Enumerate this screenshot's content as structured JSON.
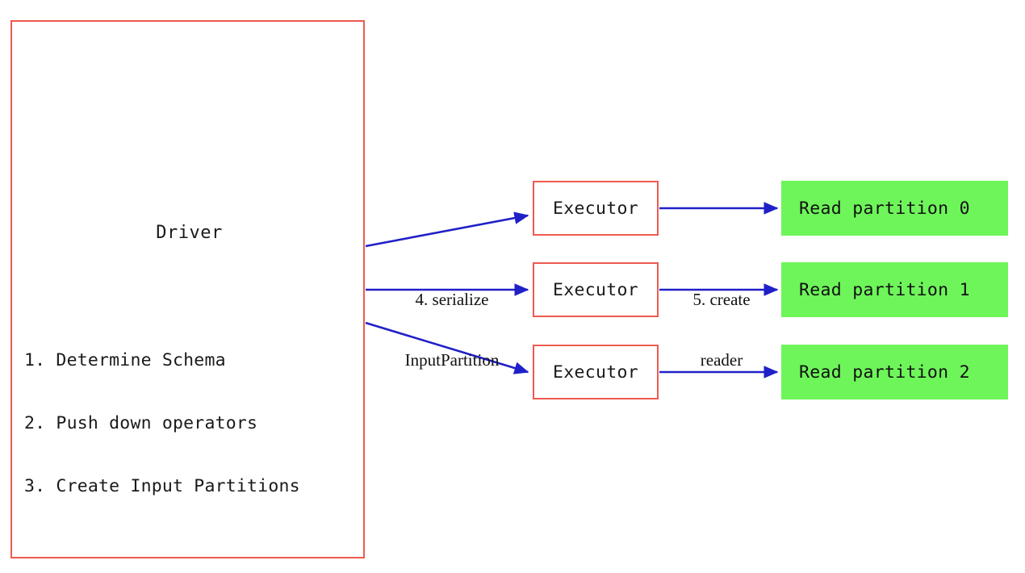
{
  "diagram": {
    "title": "Spark DataSourceV2 read flow",
    "colors": {
      "box_border_red": "#ee5a50",
      "partition_green": "#6ef55a",
      "arrow_blue": "#2020c8",
      "text_black": "#111111",
      "background": "#ffffff"
    }
  },
  "driver": {
    "title": "Driver",
    "steps": [
      "1. Determine Schema",
      "2. Push down operators",
      "3. Create Input Partitions"
    ]
  },
  "executors": [
    {
      "label": "Executor"
    },
    {
      "label": "Executor"
    },
    {
      "label": "Executor"
    }
  ],
  "partitions": [
    {
      "label": "Read partition 0"
    },
    {
      "label": "Read partition 1"
    },
    {
      "label": "Read partition 2"
    }
  ],
  "arrow_labels": {
    "serialize": {
      "line1": "4. serialize",
      "line2": "InputPartition"
    },
    "create_reader": {
      "line1": "5. create",
      "line2": "reader"
    }
  }
}
